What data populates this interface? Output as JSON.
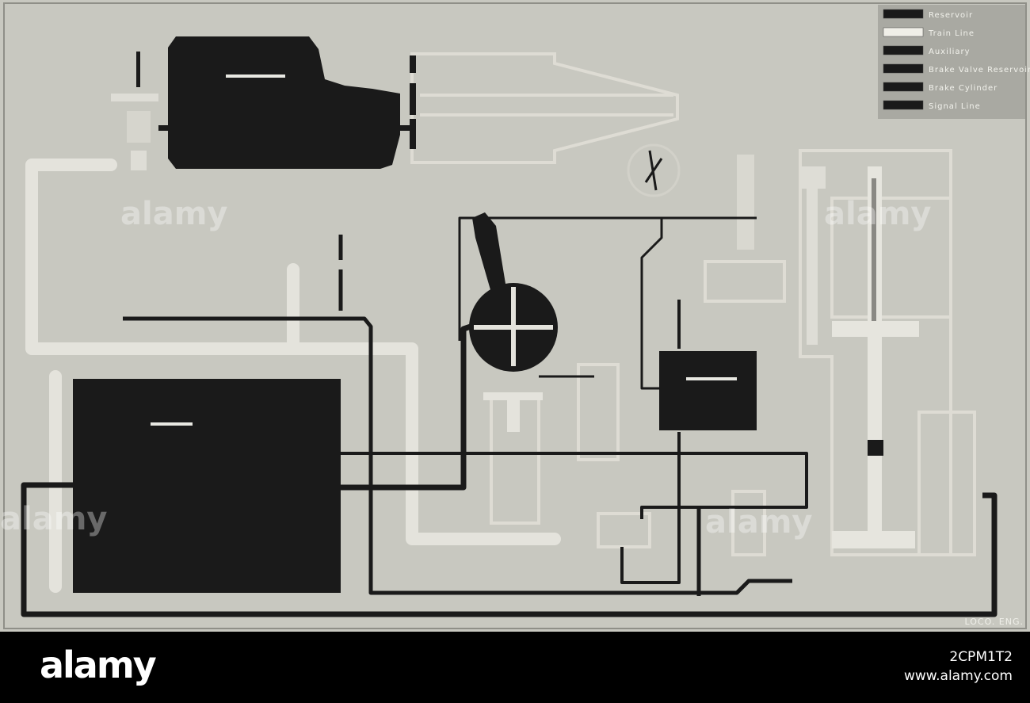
{
  "legend": {
    "items": [
      {
        "label": "Reservoir",
        "color": "#1a1a1a"
      },
      {
        "label": "Train Line",
        "color": "#f0efe8"
      },
      {
        "label": "Auxiliary",
        "color": "#1a1a1a"
      },
      {
        "label": "Brake Valve Reservoir",
        "color": "#1a1a1a"
      },
      {
        "label": "Brake Cylinder",
        "color": "#1a1a1a"
      },
      {
        "label": "Signal Line",
        "color": "#1a1a1a"
      }
    ]
  },
  "credit": "LOCO. ENG.",
  "watermarks": {
    "overlay": "alamy",
    "brand": "alamy",
    "image_id": "2CPM1T2",
    "site": "www.alamy.com"
  },
  "colors": {
    "paper": "#c8c8c0",
    "dark_fill": "#1a1a1a",
    "light_pipe": "#e4e3dc",
    "band": "#000000"
  }
}
